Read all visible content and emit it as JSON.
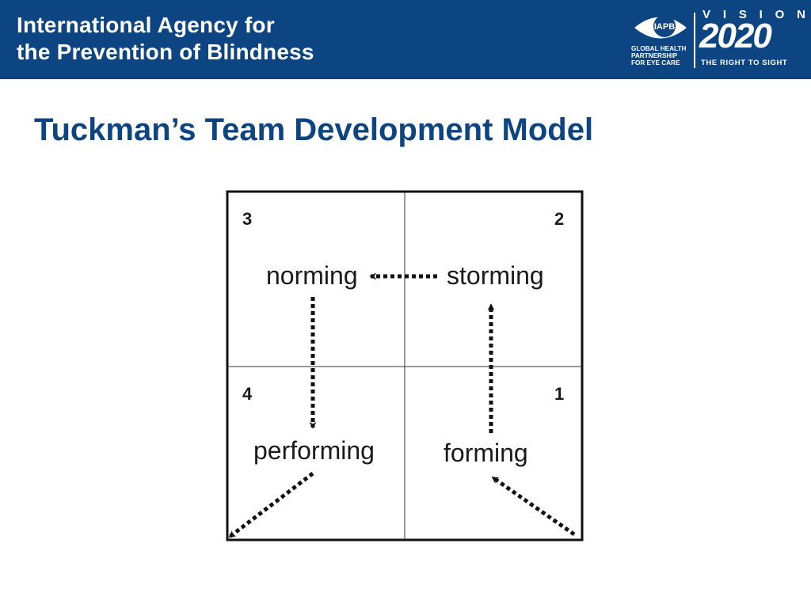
{
  "header": {
    "org_line1": "International Agency for",
    "org_line2": "the Prevention of Blindness",
    "background_color": "#0d4583",
    "iapb": {
      "mark": "IAPB",
      "tag_lines": [
        "GLOBAL HEALTH",
        "PARTNERSHIP",
        "FOR EYE CARE"
      ]
    },
    "vision": {
      "letters": [
        "V",
        "I",
        "S",
        "I",
        "O",
        "N"
      ],
      "year": "2020",
      "tagline": "THE RIGHT TO SIGHT"
    }
  },
  "slide": {
    "title": "Tuckman’s Team Development Model",
    "title_color": "#0d4583"
  },
  "diagram": {
    "quadrants": [
      {
        "number": "1",
        "stage": "forming"
      },
      {
        "number": "2",
        "stage": "storming"
      },
      {
        "number": "3",
        "stage": "norming"
      },
      {
        "number": "4",
        "stage": "performing"
      }
    ]
  }
}
